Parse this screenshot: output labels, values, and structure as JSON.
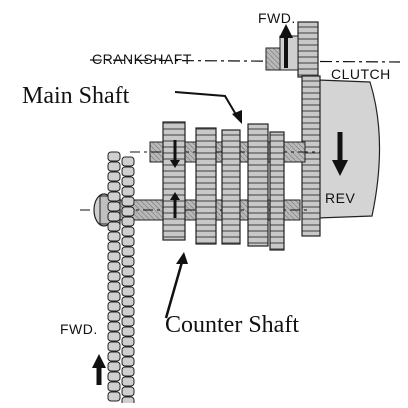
{
  "labels": {
    "fwd_top": "FWD.",
    "crankshaft": "CRANKSHAFT",
    "clutch": "CLUTCH",
    "main_shaft": "Main Shaft",
    "rev": "REV",
    "counter_shaft": "Counter Shaft",
    "fwd_bottom": "FWD."
  },
  "colors": {
    "ink": "#111111",
    "metal": "#bdbdbd",
    "metal_dark": "#6f6f6f",
    "clutch_fill": "#d4d4d4"
  }
}
